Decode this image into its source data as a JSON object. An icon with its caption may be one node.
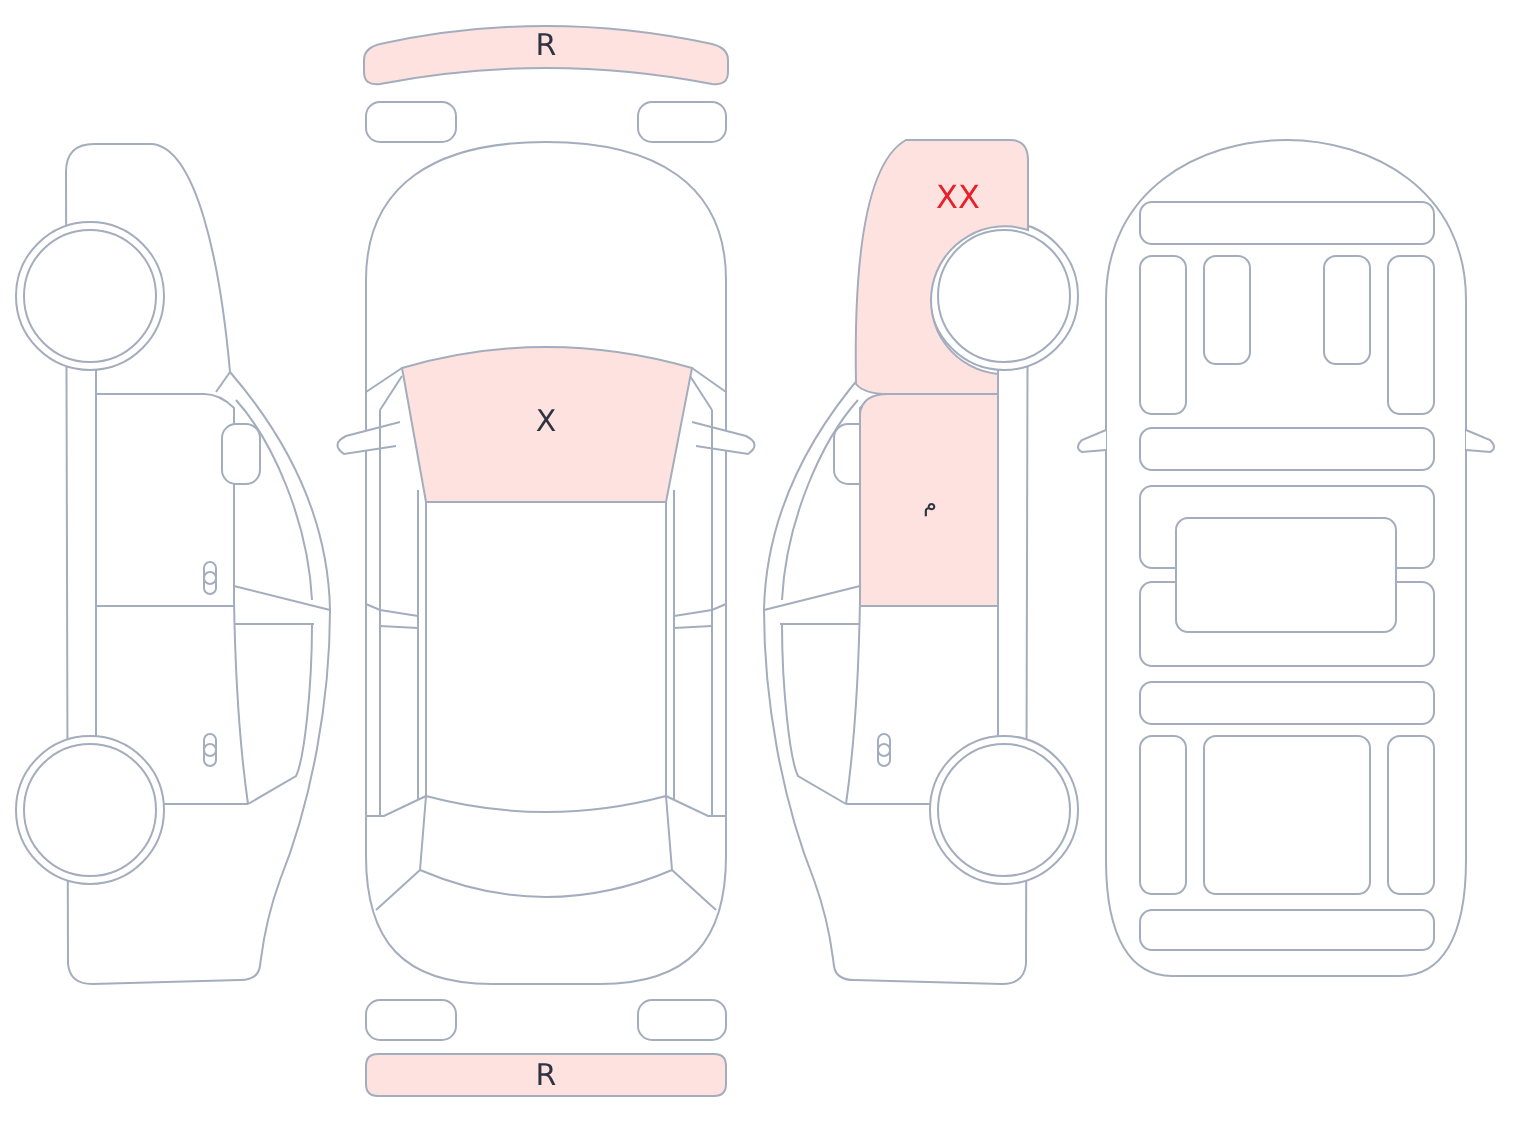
{
  "diagram": {
    "nodes": [
      {
        "text": [
          "R"
        ]
      },
      {
        "text": [
          "XX"
        ]
      },
      {
        "text": [
          "X"
        ]
      },
      {
        "text": [
          "م"
        ]
      },
      {
        "text": [
          "R"
        ]
      }
    ]
  }
}
